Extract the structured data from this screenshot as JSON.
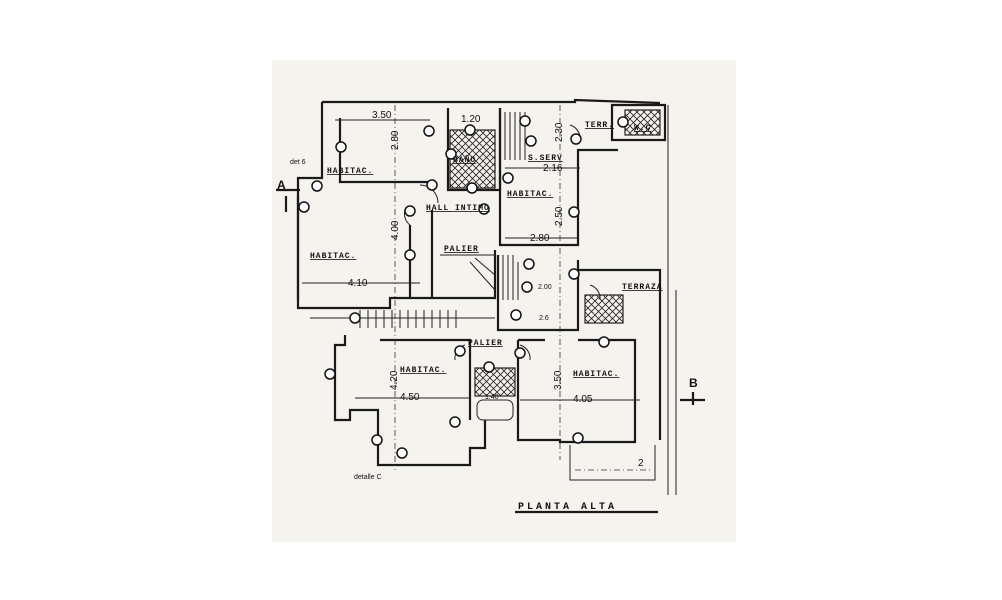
{
  "title": "PLANTA ALTA",
  "section_marks": {
    "a": "A",
    "b": "B"
  },
  "detail_labels": {
    "detalle_6": "det 6",
    "detalle_c": "detalle C",
    "number_2": "2"
  },
  "rooms": {
    "habitac_upper_left": "HABITAC.",
    "habitac_left": "HABITAC.",
    "bano": "BAÑO",
    "s_serv": "S.SERV",
    "hall_intimo": "HALL INTIMO",
    "habitac_center": "HABITAC.",
    "palier_upper": "PALIER",
    "terr": "TERR.",
    "wc": "W.C",
    "terraza": "TERRAZA",
    "palier_lower": "PALIER",
    "habitac_lower_left": "HABITAC.",
    "habitac_lower_right": "HABITAC."
  },
  "dimensions": {
    "d350_top": "3.50",
    "d120": "1.20",
    "d280_v": "2.80",
    "d400_v": "4.00",
    "d410": "4.10",
    "d216": "2.16",
    "d230_v": "2.30",
    "d250_v": "2.50",
    "d280_h": "2.80",
    "d200": "2.00",
    "d26": "2.6",
    "d450": "4.50",
    "d420_v": "4.20",
    "d405": "4.05",
    "d350_v": "3.50",
    "d140": "1.40"
  }
}
